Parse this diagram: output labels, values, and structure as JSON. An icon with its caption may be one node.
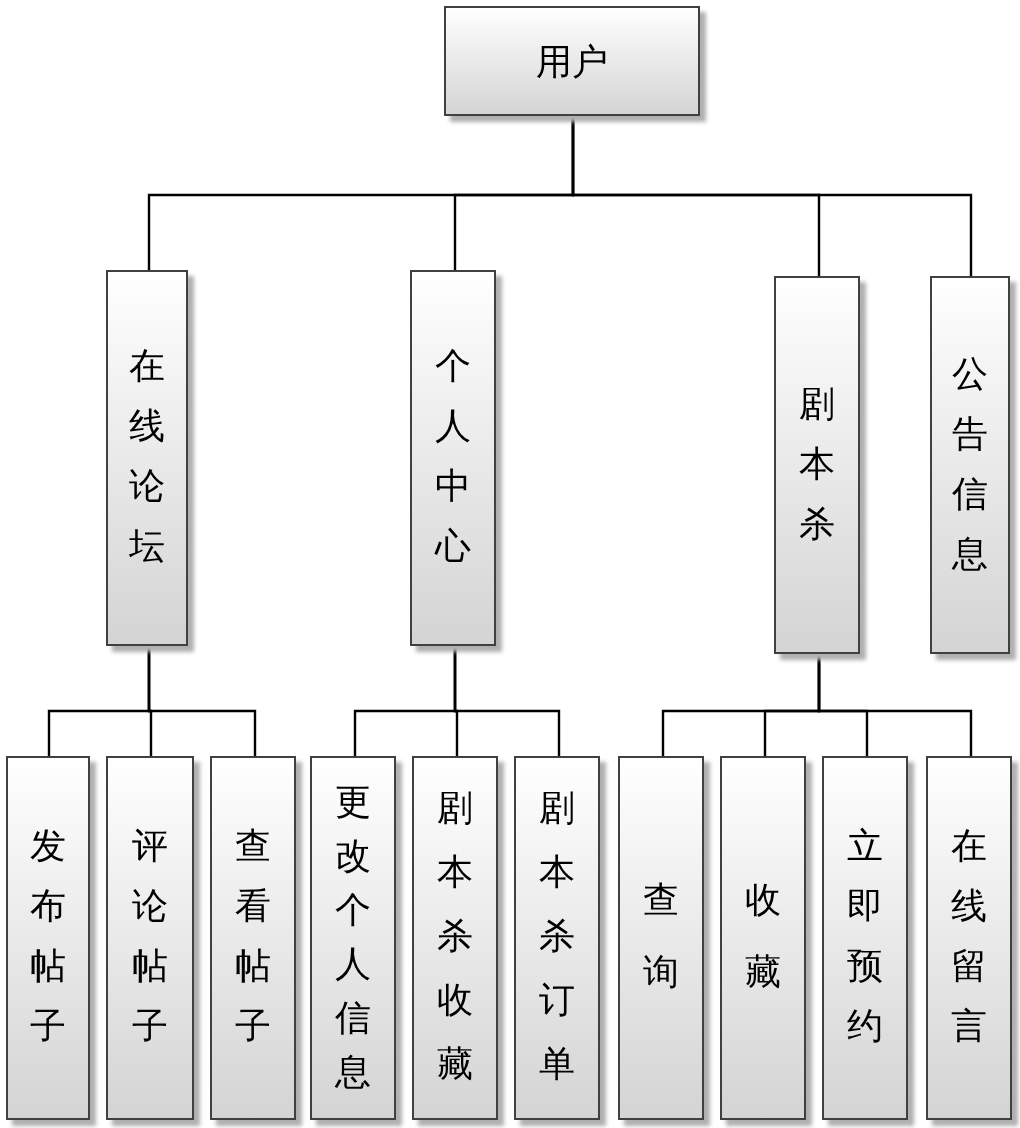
{
  "diagram": {
    "nodes": [
      {
        "text": [
          "用户"
        ]
      },
      {
        "text": [
          "在线论坛"
        ]
      },
      {
        "text": [
          "个人中心"
        ]
      },
      {
        "text": [
          "剧本杀"
        ]
      },
      {
        "text": [
          "公告信息"
        ]
      },
      {
        "text": [
          "发布帖子"
        ]
      },
      {
        "text": [
          "评论帖子"
        ]
      },
      {
        "text": [
          "查看帖子"
        ]
      },
      {
        "text": [
          "更改个人信息"
        ]
      },
      {
        "text": [
          "剧本杀收藏"
        ]
      },
      {
        "text": [
          "剧本杀订单"
        ]
      },
      {
        "text": [
          "查询"
        ]
      },
      {
        "text": [
          "收藏"
        ]
      },
      {
        "text": [
          "立即预约"
        ]
      },
      {
        "text": [
          "在线留言"
        ]
      }
    ],
    "edges": [
      {
        "from": 0,
        "to": 1,
        "arrow": "none"
      },
      {
        "from": 0,
        "to": 2,
        "arrow": "none"
      },
      {
        "from": 0,
        "to": 3,
        "arrow": "none"
      },
      {
        "from": 0,
        "to": 4,
        "arrow": "none"
      },
      {
        "from": 1,
        "to": 5,
        "arrow": "none"
      },
      {
        "from": 1,
        "to": 6,
        "arrow": "none"
      },
      {
        "from": 1,
        "to": 7,
        "arrow": "none"
      },
      {
        "from": 2,
        "to": 8,
        "arrow": "none"
      },
      {
        "from": 2,
        "to": 9,
        "arrow": "none"
      },
      {
        "from": 2,
        "to": 10,
        "arrow": "none"
      },
      {
        "from": 3,
        "to": 11,
        "arrow": "none"
      },
      {
        "from": 3,
        "to": 12,
        "arrow": "none"
      },
      {
        "from": 3,
        "to": 13,
        "arrow": "none"
      },
      {
        "from": 3,
        "to": 14,
        "arrow": "none"
      }
    ]
  }
}
